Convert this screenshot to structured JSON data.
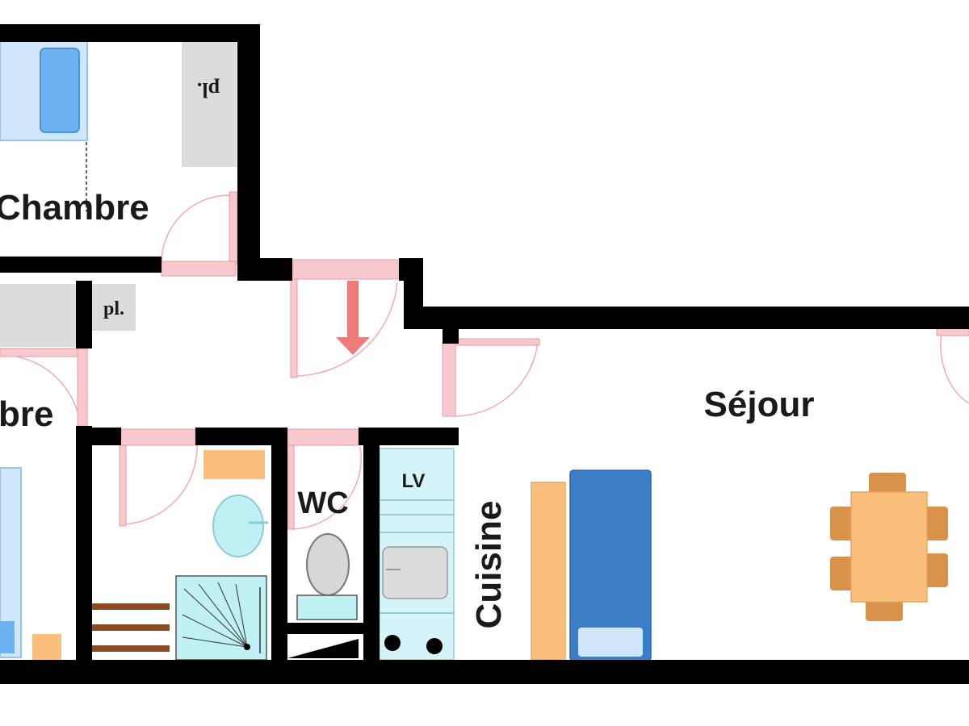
{
  "rooms": {
    "chambre_top": "Chambre",
    "chambre_left": "bre",
    "sejour": "Séjour",
    "wc": "WC",
    "cuisine": "Cuisine"
  },
  "fixtures": {
    "placard_top": "pl.",
    "placard_hall": "pl.",
    "lave_vaisselle": "LV"
  },
  "colors": {
    "wall": "#000000",
    "door": "#f7c9cf",
    "entry_arrow": "#f07a7a",
    "placard": "#dcdcdc",
    "bed_light": "#cfe6fb",
    "bed_blue": "#6db3f2",
    "sofa": "#3b7dc7",
    "table": "#fbbf7d",
    "chair": "#d9924a",
    "kitchen": "#d5f4f7",
    "sanitary": "#bff0f4",
    "stairs": "#8a4b22"
  }
}
